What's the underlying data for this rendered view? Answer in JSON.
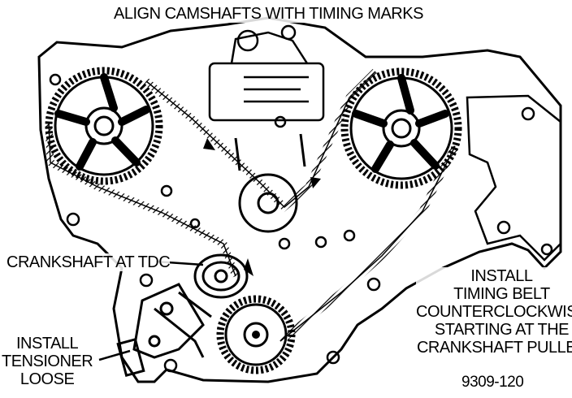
{
  "diagram": {
    "title": "ALIGN CAMSHAFTS WITH TIMING MARKS",
    "labels": {
      "crankshaft": "CRANKSHAFT AT TDC",
      "install_belt": [
        "INSTALL",
        "TIMING BELT",
        "COUNTERCLOCKWISE",
        "STARTING AT THE",
        "CRANKSHAFT PULLEY"
      ],
      "install_tensioner": [
        "INSTALL",
        "TENSIONER",
        "LOOSE"
      ]
    },
    "figure_number": "9309-120"
  },
  "colors": {
    "ink": "#000000",
    "paper": "#ffffff"
  },
  "icons": {
    "left_cam_sprocket": "sprocket-icon",
    "right_cam_sprocket": "sprocket-icon",
    "crank_sprocket": "sprocket-icon",
    "tensioner": "pulley-icon",
    "water_pump": "pulley-icon"
  }
}
